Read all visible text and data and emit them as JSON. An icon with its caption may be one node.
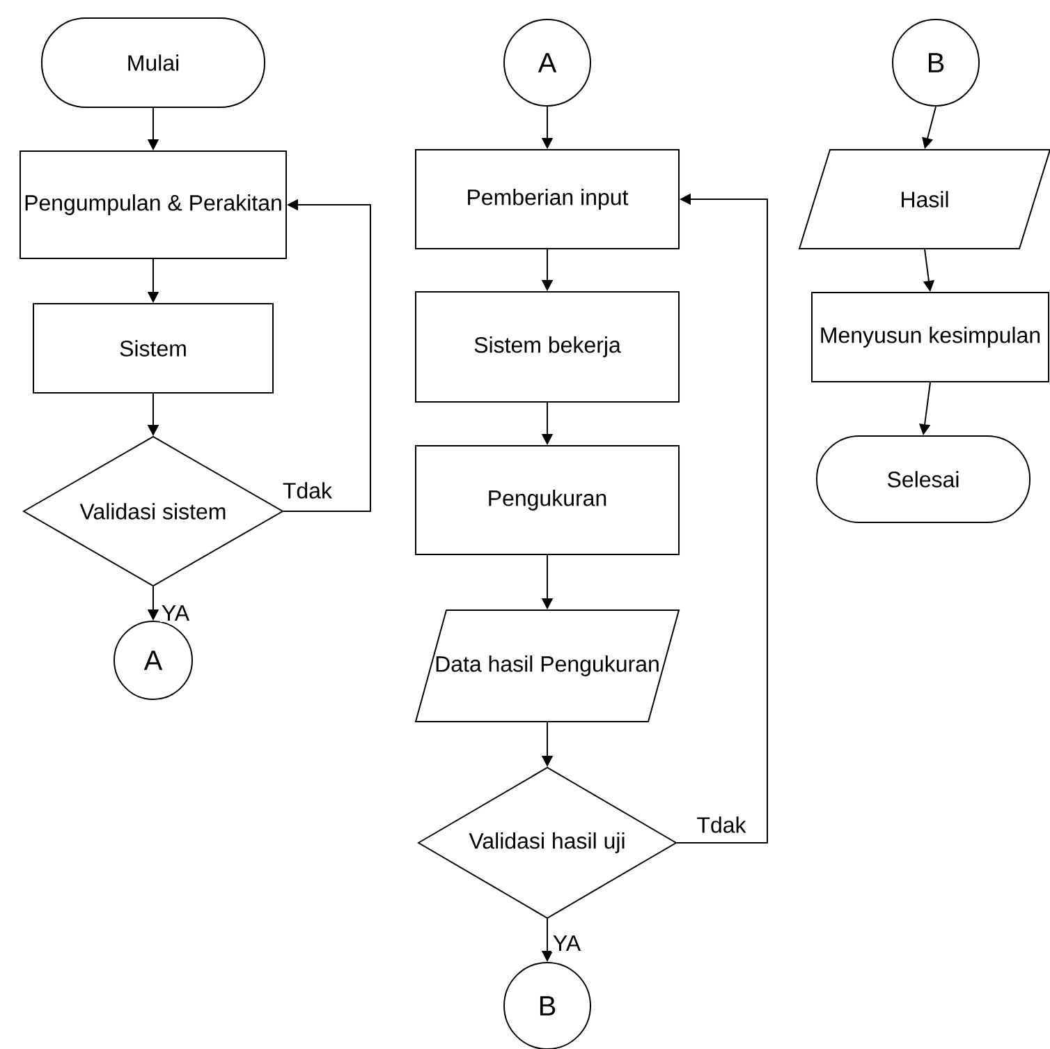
{
  "diagram": {
    "nodes": [
      {
        "text": [
          "Mulai"
        ]
      },
      {
        "text": [
          "Pengumpulan & Perakitan"
        ]
      },
      {
        "text": [
          "Sistem"
        ]
      },
      {
        "text": [
          "Validasi sistem"
        ]
      },
      {
        "text": [
          "A"
        ]
      },
      {
        "text": [
          "A"
        ]
      },
      {
        "text": [
          "Pemberian input"
        ]
      },
      {
        "text": [
          "Sistem bekerja"
        ]
      },
      {
        "text": [
          "Pengukuran"
        ]
      },
      {
        "text": [
          "Data hasil Pengukuran"
        ]
      },
      {
        "text": [
          "Validasi hasil uji"
        ]
      },
      {
        "text": [
          "B"
        ]
      },
      {
        "text": [
          "B"
        ]
      },
      {
        "text": [
          "Hasil"
        ]
      },
      {
        "text": [
          "Menyusun kesimpulan"
        ]
      },
      {
        "text": [
          "Selesai"
        ]
      }
    ],
    "edges": [
      {
        "from": 0,
        "to": 1,
        "arrow": "to"
      },
      {
        "from": 1,
        "to": 2,
        "arrow": "to"
      },
      {
        "from": 2,
        "to": 3,
        "arrow": "to"
      },
      {
        "from": 3,
        "to": 1,
        "arrow": "to",
        "label": "Tdak"
      },
      {
        "from": 3,
        "to": 4,
        "arrow": "to",
        "label": "YA"
      },
      {
        "from": 5,
        "to": 6,
        "arrow": "to"
      },
      {
        "from": 6,
        "to": 7,
        "arrow": "to"
      },
      {
        "from": 7,
        "to": 8,
        "arrow": "to"
      },
      {
        "from": 8,
        "to": 9,
        "arrow": "to"
      },
      {
        "from": 9,
        "to": 10,
        "arrow": "to"
      },
      {
        "from": 10,
        "to": 6,
        "arrow": "to",
        "label": "Tdak"
      },
      {
        "from": 10,
        "to": 11,
        "arrow": "to",
        "label": "YA"
      },
      {
        "from": 12,
        "to": 13,
        "arrow": "to"
      },
      {
        "from": 13,
        "to": 14,
        "arrow": "to"
      },
      {
        "from": 14,
        "to": 15,
        "arrow": "to"
      }
    ]
  }
}
